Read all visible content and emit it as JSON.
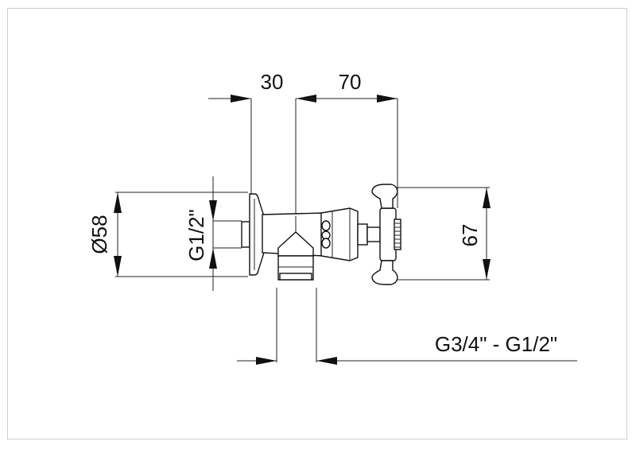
{
  "drawing": {
    "labels": {
      "top_left": "30",
      "top_right": "70",
      "diameter": "Ø58",
      "thread_side": "G1/2\"",
      "height": "67",
      "thread_bottom": "G3/4\" - G1/2\""
    }
  }
}
